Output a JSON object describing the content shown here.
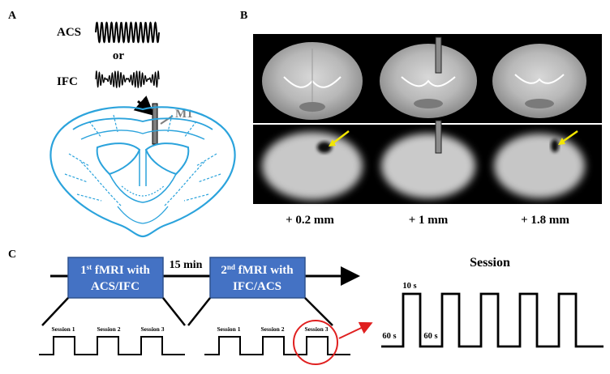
{
  "panels": {
    "a": {
      "letter": "A",
      "acs": "ACS",
      "or": "or",
      "ifc": "IFC",
      "m1": "M1"
    },
    "b": {
      "letter": "B",
      "slice_labels": [
        "+ 0.2 mm",
        "+ 1 mm",
        "+ 1.8 mm"
      ]
    },
    "c": {
      "letter": "C",
      "first_block": {
        "sup": "st",
        "line1_rest": " fMRI with",
        "line1_num": "1",
        "line2": "ACS/IFC"
      },
      "second_block": {
        "sup": "nd",
        "line1_rest": "  fMRI with",
        "line1_num": "2",
        "line2": "IFC/ACS"
      },
      "interval": "15 min",
      "session_labels": [
        "Session 1",
        "Session 2",
        "Session 3"
      ],
      "detail_title": "Session",
      "on_duration": "10 s",
      "off_duration_first": "60 s",
      "off_duration_second": "60 s"
    }
  },
  "colors": {
    "atlas": "#2ba3dc",
    "block_fill": "#4472c4",
    "block_stroke": "#2f528f",
    "highlight_circle": "#e02020",
    "arrow_yellow": "#f2e600",
    "electrode": "#7f7f7f"
  }
}
